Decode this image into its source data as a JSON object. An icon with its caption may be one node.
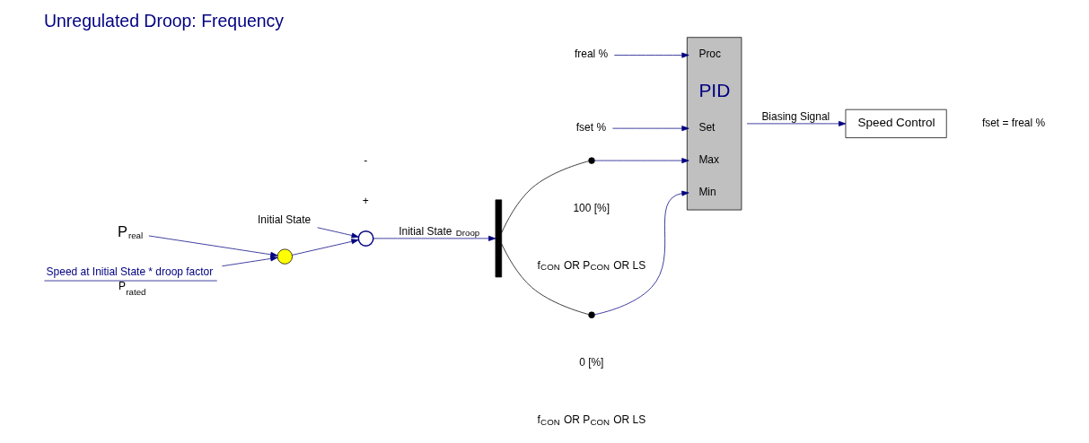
{
  "diagram": {
    "title": "Unregulated Droop: Frequency",
    "nodes": [
      {
        "text": [
          "freal %"
        ]
      },
      {
        "text": [
          "fset %"
        ]
      },
      {
        "text": [
          "Proc",
          "PID",
          "Set",
          "Max",
          "Min"
        ]
      },
      {
        "text": [
          "Speed Control"
        ]
      },
      {
        "text": [
          "Initial State"
        ]
      },
      {
        "text": [],
        "shape": "circle"
      },
      {
        "text": [],
        "shape": "bar"
      },
      {
        "text": [],
        "shape": "circle"
      },
      {
        "text": [],
        "shape": "circle"
      },
      {
        "text": [],
        "shape": "circle"
      },
      {
        "text": [
          "P$_{real}$"
        ]
      },
      {
        "text": [
          "Speed at Initial State * droop factor",
          "P$_{rated}$"
        ]
      }
    ],
    "edges": [
      {
        "from": 0,
        "to": 2,
        "arrow": "to"
      },
      {
        "from": 1,
        "to": 2,
        "arrow": "to"
      },
      {
        "from": 4,
        "to": 5,
        "arrow": "to"
      },
      {
        "from": 5,
        "to": 6,
        "arrow": "to",
        "label": "Initial State $_{Droop}$"
      },
      {
        "from": 6,
        "to": 7,
        "arrow": "none",
        "color": "#000000"
      },
      {
        "from": 6,
        "to": 8,
        "arrow": "none",
        "color": "#000000"
      },
      {
        "from": 7,
        "to": 2,
        "arrow": "to"
      },
      {
        "from": 8,
        "to": 2,
        "arrow": "to"
      },
      {
        "from": 2,
        "to": 3,
        "arrow": "to",
        "label": "Biasing Signal"
      },
      {
        "from": 9,
        "to": 5,
        "arrow": "to"
      },
      {
        "from": 10,
        "to": 9,
        "arrow": "to"
      },
      {
        "from": 11,
        "to": 9,
        "arrow": "to"
      }
    ],
    "labels": [
      "+",
      "-",
      "100 [%]",
      "f$_{CON}$ OR P$_{CON}$ OR LS",
      "0 [%]",
      "f$_{CON}$ OR P$_{CON}$ OR LS",
      "fset = freal %"
    ]
  }
}
